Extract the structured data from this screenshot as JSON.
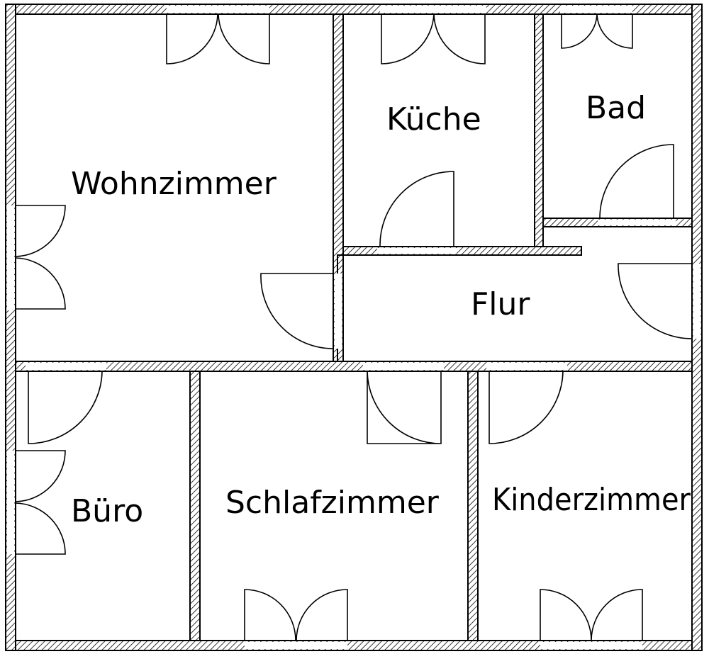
{
  "floorplan": {
    "rooms": {
      "wohnzimmer": "Wohnzimmer",
      "kueche": "Küche",
      "bad": "Bad",
      "flur": "Flur",
      "buero": "Büro",
      "schlafzimmer": "Schlafzimmer",
      "kinderzimmer": "Kinderzimmer"
    }
  },
  "colors": {
    "wall_hatch": "#000000",
    "background": "#ffffff"
  }
}
